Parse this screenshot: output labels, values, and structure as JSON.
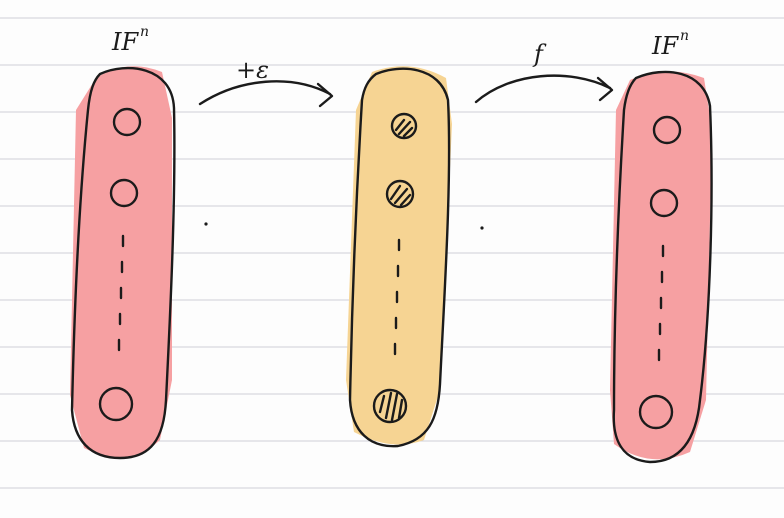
{
  "diagram": {
    "paper_line_color": "#cfcfd6",
    "vectors": [
      {
        "id": "input",
        "label": "IF",
        "label_superscript": "n",
        "fill": "#f6a0a2"
      },
      {
        "id": "noisy",
        "label": "",
        "label_superscript": "",
        "fill": "#f6d493"
      },
      {
        "id": "output",
        "label": "IF",
        "label_superscript": "n",
        "fill": "#f6a0a2"
      }
    ],
    "arrows": [
      {
        "id": "add-noise",
        "label": "+ε"
      },
      {
        "id": "apply-f",
        "label": "f"
      }
    ],
    "ink_color": "#1b1b1b"
  }
}
